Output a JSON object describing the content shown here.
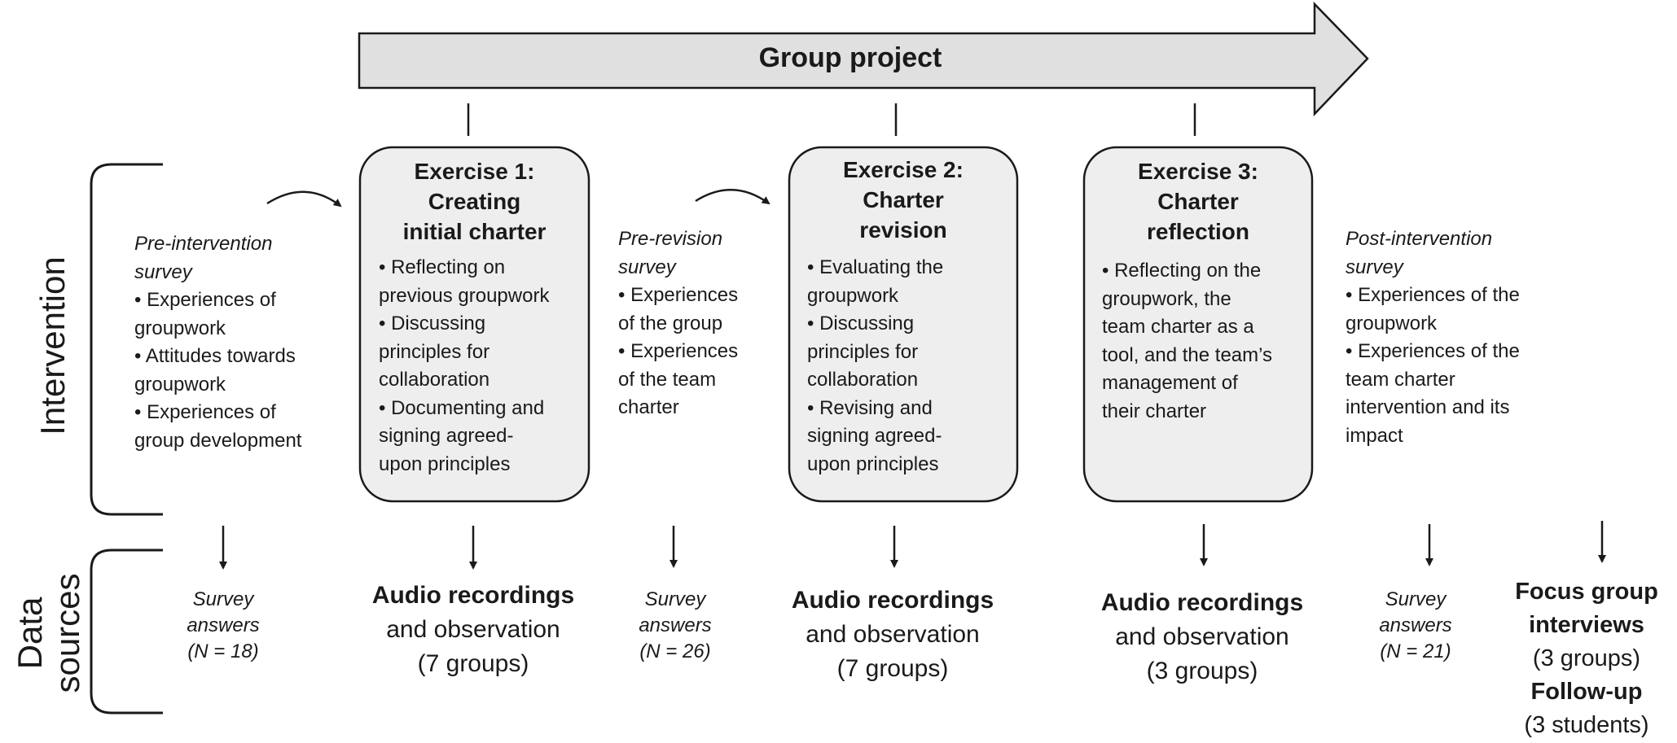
{
  "header": {
    "arrow_label": "Group project"
  },
  "side_labels": {
    "intervention": "Intervention",
    "data_sources": [
      "Data",
      "sources"
    ]
  },
  "pre_survey": {
    "title": [
      "Pre-intervention",
      "survey"
    ],
    "lines": [
      "• Experiences of",
      "groupwork",
      "• Attitudes towards",
      "groupwork",
      "• Experiences of",
      "group development"
    ]
  },
  "exercise1": {
    "title": [
      "Exercise 1:",
      "Creating",
      "initial charter"
    ],
    "lines": [
      "• Reflecting on",
      "previous groupwork",
      "• Discussing",
      "principles for",
      "collaboration",
      "• Documenting and",
      "signing agreed-",
      "upon principles"
    ]
  },
  "pre_revision_survey": {
    "title": [
      "Pre-revision",
      "survey"
    ],
    "lines": [
      "• Experiences",
      "of the group",
      "• Experiences",
      "of the team",
      "charter"
    ]
  },
  "exercise2": {
    "title": [
      "Exercise 2:",
      "Charter",
      "revision"
    ],
    "lines": [
      "• Evaluating the",
      "groupwork",
      "• Discussing",
      "principles for",
      "collaboration",
      "• Revising and",
      "signing agreed-",
      "upon principles"
    ]
  },
  "exercise3": {
    "title": [
      "Exercise 3:",
      "Charter",
      "reflection"
    ],
    "lines": [
      "• Reflecting on the",
      "groupwork, the",
      "team charter as a",
      "tool, and the team’s",
      "management of",
      "their charter"
    ]
  },
  "post_survey": {
    "title": [
      "Post-intervention",
      "survey"
    ],
    "lines": [
      "• Experiences of the",
      "groupwork",
      "• Experiences of the",
      "team charter",
      "intervention and its",
      "impact"
    ]
  },
  "data_sources": {
    "survey1": [
      "Survey",
      "answers",
      "(N = 18)"
    ],
    "audio1": [
      "Audio recordings",
      "and observation",
      "(7 groups)"
    ],
    "survey2": [
      "Survey",
      "answers",
      "(N = 26)"
    ],
    "audio2": [
      "Audio recordings",
      "and observation",
      "(7 groups)"
    ],
    "audio3": [
      "Audio recordings",
      "and observation",
      "(3 groups)"
    ],
    "survey3": [
      "Survey",
      "answers",
      "(N = 21)"
    ],
    "focus": [
      "Focus group",
      "interviews",
      "(3 groups)",
      "Follow-up",
      "(3 students)"
    ]
  },
  "colors": {
    "box_fill": "#eeeeee",
    "arrow_fill": "#e0e0e0",
    "stroke": "#1a1a1a"
  }
}
